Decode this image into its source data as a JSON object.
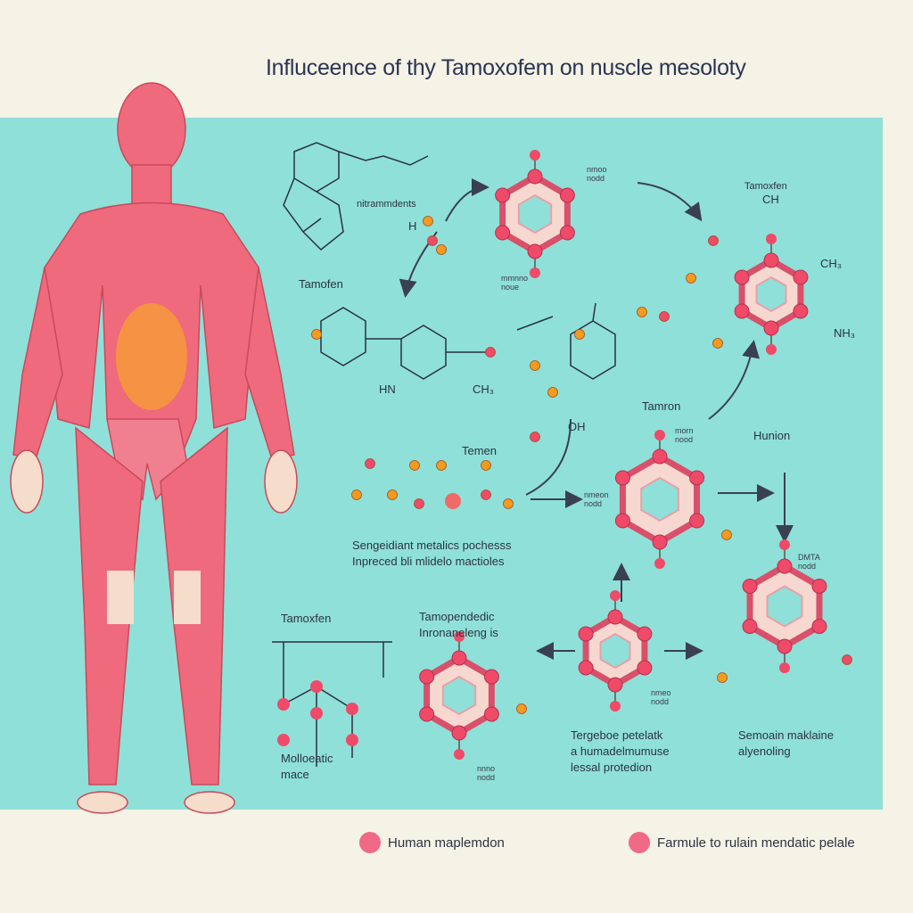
{
  "title": "Influceence of thy Tamoxofem on nuscle mesoloty",
  "labels": {
    "nitrammdents": "nitrammdents",
    "tamofen": "Tamofen",
    "tamoxfen_top": "Tamoxfen",
    "ch3_top": "CH",
    "ch3_right": "CH₃",
    "nh2_right": "NH₃",
    "h_left": "H",
    "ch3_mid": "CH₃",
    "hn_mid": "HN",
    "oh": "OH",
    "tamron": "Tamron",
    "hunion": "Hunion",
    "temen": "Temen",
    "sengeidiant_line1": "Sengeidiant metalics pochesss",
    "sengeidiant_line2": "Inpreced bli mlidelo mactioles",
    "tamoxfen_bottom": "Tamoxfen",
    "tamopendedic_line1": "Tamopendedic",
    "tamopendedic_line2": "Inronaneleng is",
    "molloeatic_line1": "Molloeatic",
    "molloeatic_line2": "mace",
    "tergeboe_line1": "Tergeboe petelatk",
    "tergeboe_line2": "a humadelmumuse",
    "tergeboe_line3": "lessal protedion",
    "semoain_line1": "Semoain maklaine",
    "semoain_line2": "alyenoling",
    "small_a": "mmnno\nnoue",
    "small_b": "nmoo\nnodd",
    "small_c": "nmeon\nnodd",
    "small_d": "morn\nnood",
    "small_e": "DMTA\nnodd",
    "small_f": "nnno\nnodd",
    "small_g": "nmeo\nnodd"
  },
  "legend": [
    {
      "label": "Human maplemdon",
      "color": "#f06a86"
    },
    {
      "label": "Farmule to rulain mendatic pelale",
      "color": "#f06a86"
    }
  ],
  "colors": {
    "panel": "#8fe0d8",
    "muscle": "#ee6a7c",
    "atom": "#ef4a68",
    "atom_orange": "#f59a1e",
    "bg": "#f5f2e6"
  }
}
